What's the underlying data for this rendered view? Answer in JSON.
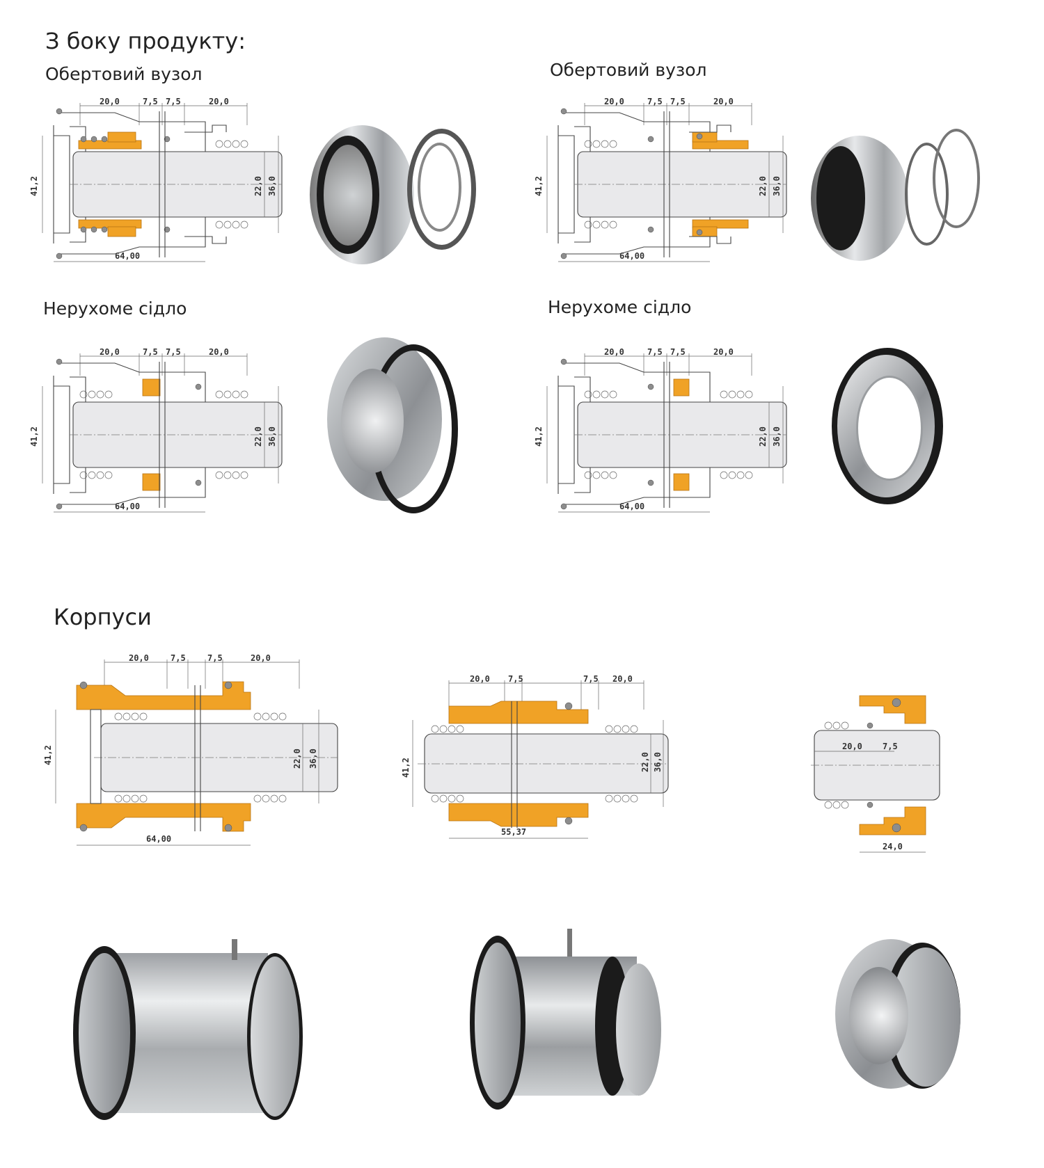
{
  "headings": {
    "product_side": "З боку продукту:",
    "rotating_left": "Обертовий вузол",
    "rotating_right": "Обертовий вузол",
    "stationary_left": "Нерухоме сідло",
    "stationary_right": "Нерухоме сідло",
    "housings": "Корпуси"
  },
  "dimensions": {
    "seal": {
      "a": "20,0",
      "b": "7,5",
      "c": "7,5",
      "d": "20,0",
      "outer": "41,2",
      "shaft": "22,0",
      "bore": "36,0",
      "length": "64,00"
    },
    "housing_2_length": "55,37",
    "housing_3": {
      "a": "20,0",
      "b": "7,5",
      "length": "24,0"
    }
  },
  "colors": {
    "highlight": "#f0a226",
    "steel": "#c5c8cc",
    "oring": "#1b1b1b"
  }
}
